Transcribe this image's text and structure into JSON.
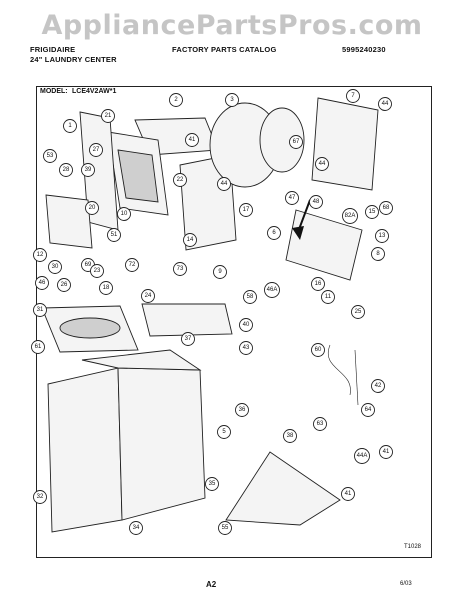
{
  "watermark": "AppliancePartsPros.com",
  "header": {
    "brand": "FRIGIDAIRE",
    "product": "24\" LAUNDRY CENTER",
    "catalog": "FACTORY PARTS CATALOG",
    "catalog_number": "5995240230"
  },
  "model_label": "MODEL:",
  "model_number": "LCE4V2AW*1",
  "footer": {
    "page": "A2",
    "date": "6/03",
    "figure_code": "T1028"
  },
  "callouts": [
    "1",
    "2",
    "3",
    "7",
    "44",
    "21",
    "41",
    "67",
    "44",
    "53",
    "27",
    "39",
    "28",
    "22",
    "44",
    "47",
    "48",
    "17",
    "20",
    "10",
    "82A",
    "68",
    "15",
    "51",
    "14",
    "6",
    "13",
    "12",
    "30",
    "69",
    "72",
    "73",
    "9",
    "8",
    "16",
    "11",
    "46A",
    "46",
    "26",
    "23",
    "18",
    "24",
    "58",
    "25",
    "31",
    "40",
    "37",
    "43",
    "61",
    "60",
    "42",
    "36",
    "5",
    "63",
    "64",
    "38",
    "44A",
    "41",
    "35",
    "41",
    "32",
    "34",
    "55"
  ]
}
